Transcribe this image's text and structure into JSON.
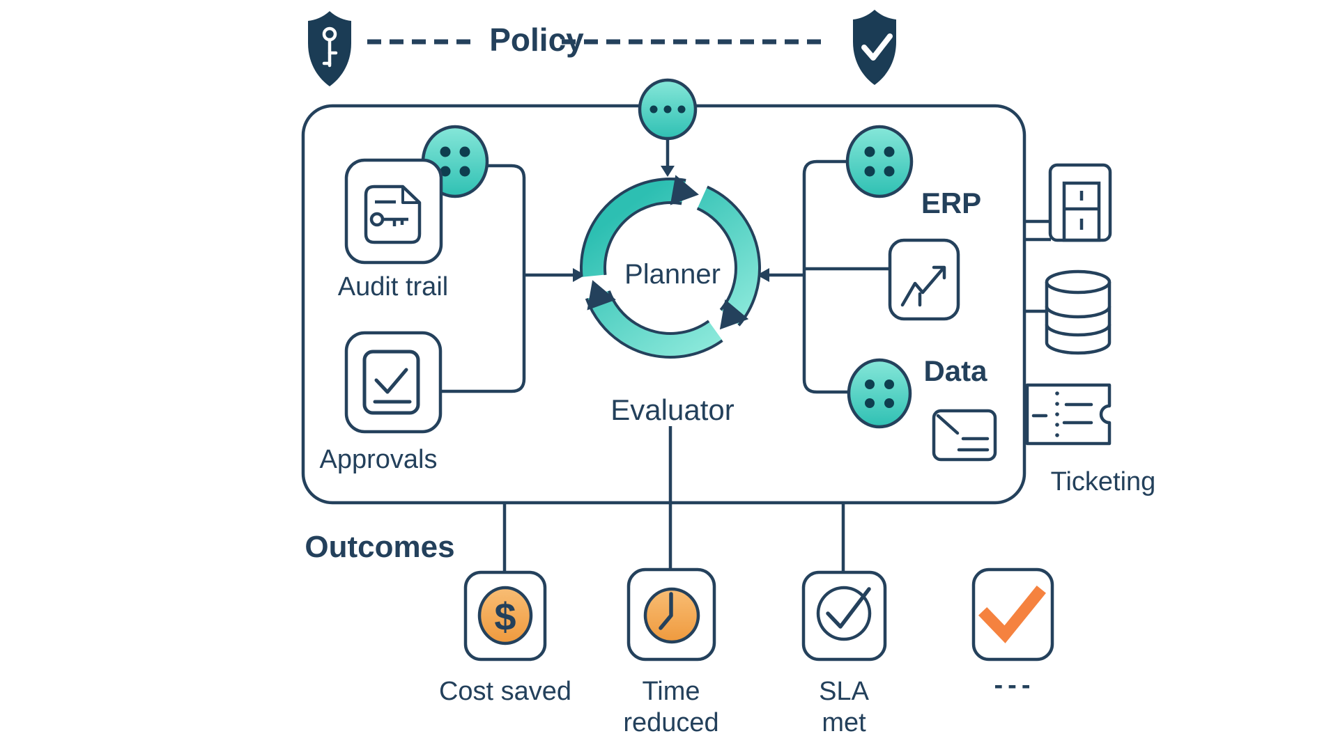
{
  "policy": {
    "label": "Policy"
  },
  "loop": {
    "planner_label": "Planner",
    "evaluator_label": "Evaluator"
  },
  "governance": {
    "audit_trail_label": "Audit trail",
    "approvals_label": "Approvals"
  },
  "systems": {
    "erp_label": "ERP",
    "data_label": "Data",
    "ticketing_label": "Ticketing"
  },
  "outcomes": {
    "section_label": "Outcomes",
    "items": [
      {
        "id": "cost-saved",
        "glyph": "$",
        "label_line1": "Cost saved",
        "label_line2": ""
      },
      {
        "id": "time-reduced",
        "label_line1": "Time",
        "label_line2": "reduced"
      },
      {
        "id": "sla-met",
        "label_line1": "SLA",
        "label_line2": "met"
      },
      {
        "id": "more",
        "label_line1": "---",
        "label_line2": ""
      }
    ]
  },
  "colors": {
    "navy": "#23405b",
    "shield_navy": "#1b3c55",
    "teal": "#3cc4b7",
    "teal_light": "#8debdd",
    "dot_dark": "#0e3e4f",
    "orange": "#f2a04c",
    "orange_check": "#f5823f"
  }
}
